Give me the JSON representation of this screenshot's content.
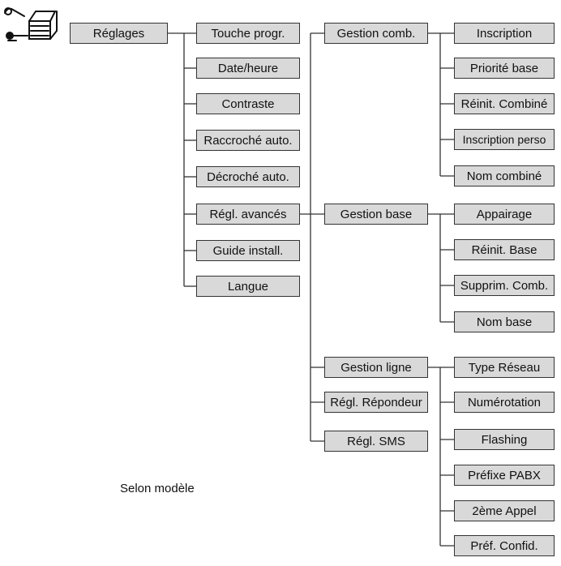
{
  "nodes": {
    "reglages": "Réglages",
    "touche_progr": "Touche progr.",
    "date_heure": "Date/heure",
    "contraste": "Contraste",
    "raccroche_auto": "Raccroché auto.",
    "decroche_auto": "Décroché auto.",
    "regl_avances": "Régl. avancés",
    "guide_install": "Guide install.",
    "langue": "Langue",
    "gestion_comb": "Gestion comb.",
    "gestion_base": "Gestion base",
    "gestion_ligne": "Gestion ligne",
    "regl_repondeur": "Régl. Répondeur",
    "regl_sms": "Régl. SMS",
    "inscription": "Inscription",
    "priorite_base": "Priorité base",
    "reinit_combine": "Réinit. Combiné",
    "inscription_perso": "Inscription perso",
    "nom_combine": "Nom combiné",
    "appairage": "Appairage",
    "reinit_base": "Réinit. Base",
    "supprim_comb": "Supprim. Comb.",
    "nom_base": "Nom base",
    "type_reseau": "Type Réseau",
    "numerotation": "Numérotation",
    "flashing": "Flashing",
    "prefixe_pabx": "Préfixe PABX",
    "deuxieme_appel": "2ème Appel",
    "pref_confid": "Préf. Confid."
  },
  "note": "Selon modèle",
  "icon": "settings-toolbox-icon"
}
